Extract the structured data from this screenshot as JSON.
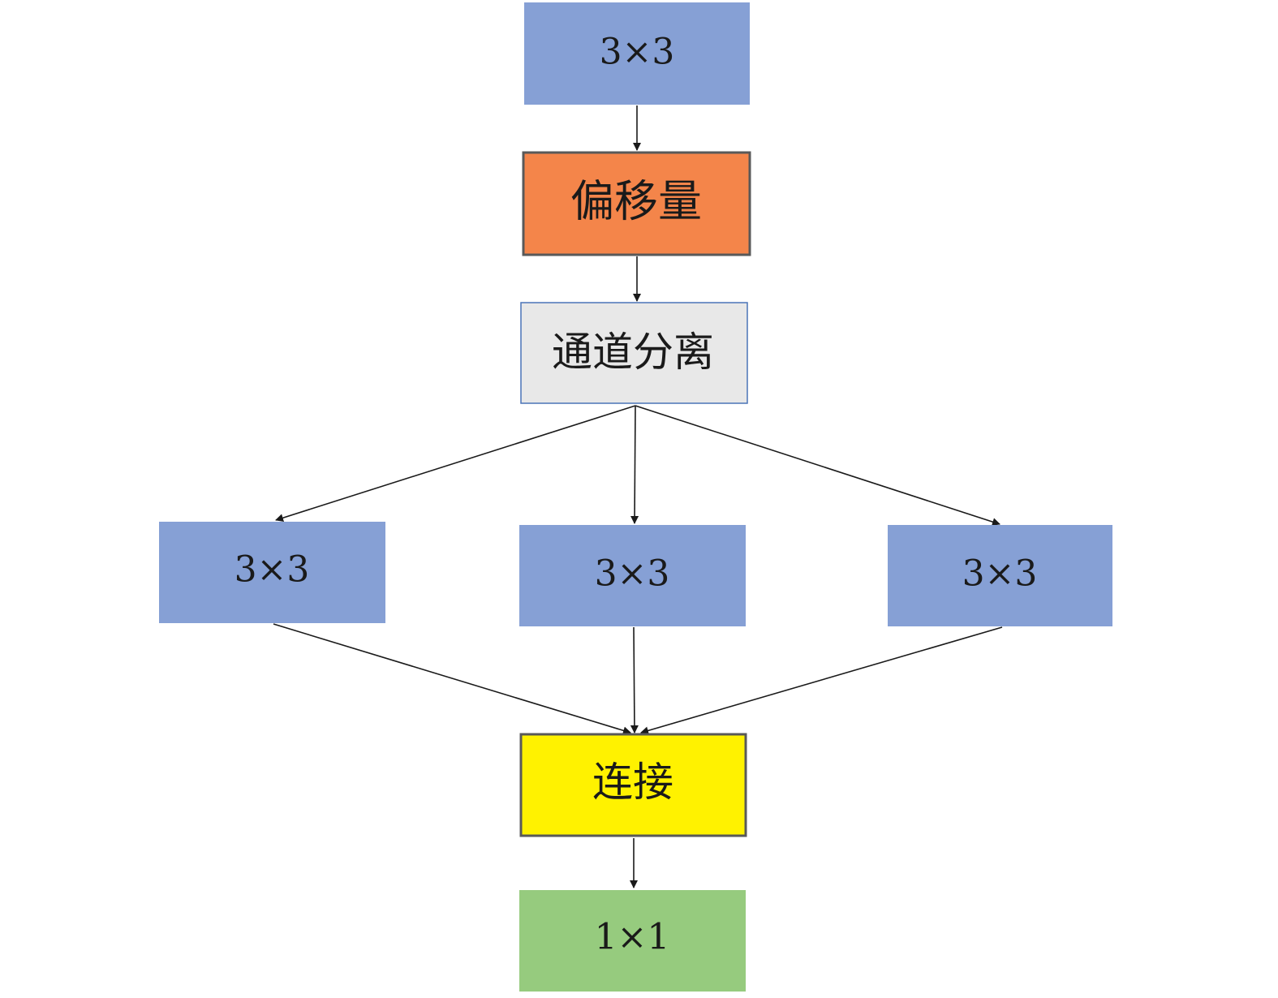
{
  "diagram": {
    "colors": {
      "conv": "#86a0d5",
      "offset": "#f4854a",
      "split": "#e8e8e8",
      "split_border": "#4a74b7",
      "concat": "#fff200",
      "pointwise": "#96cb7e",
      "dark_border": "#595959",
      "arrow": "#1a1a1a"
    },
    "nodes": {
      "top_conv": {
        "label": "3×3"
      },
      "offset": {
        "label": "偏移量"
      },
      "channel_split": {
        "label": "通道分离"
      },
      "branch_left": {
        "label": "3×3"
      },
      "branch_center": {
        "label": "3×3"
      },
      "branch_right": {
        "label": "3×3"
      },
      "concat": {
        "label": "连接"
      },
      "pointwise": {
        "label": "1×1"
      }
    }
  }
}
